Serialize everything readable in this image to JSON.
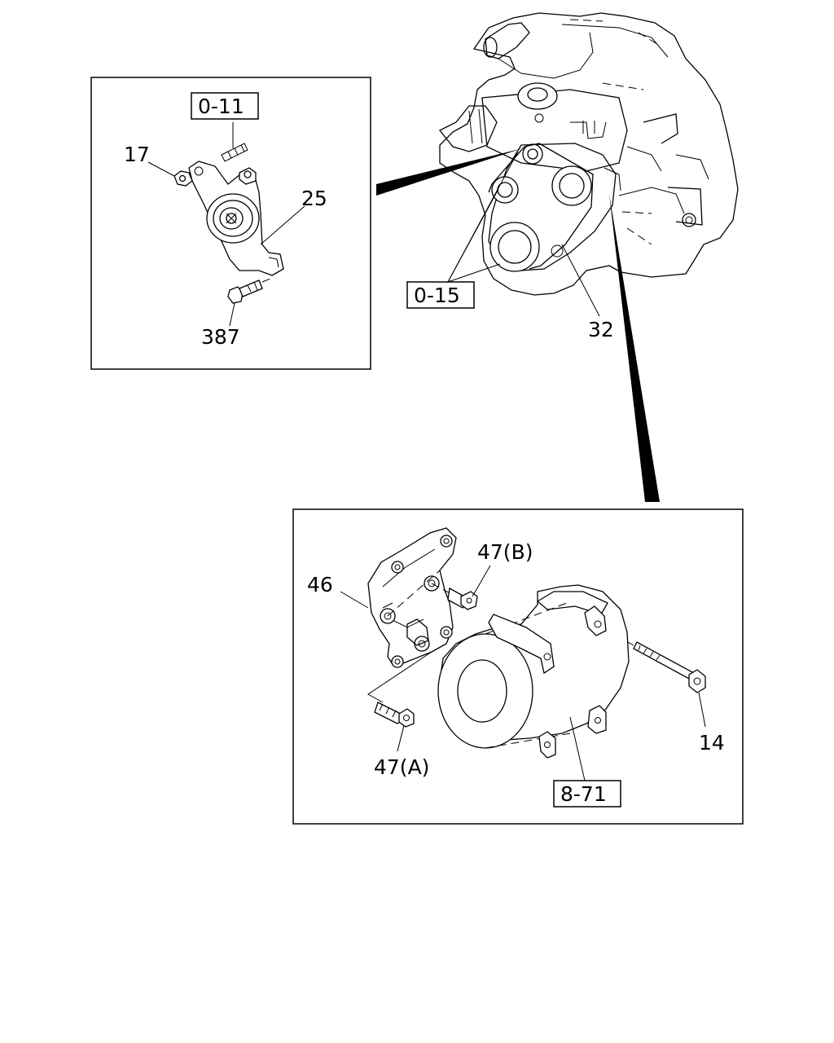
{
  "labels": {
    "p17": "17",
    "p25": "25",
    "p387": "387",
    "p32": "32",
    "p46": "46",
    "p47b": "47(B)",
    "p47a": "47(A)",
    "p14": "14"
  },
  "references": {
    "r011": "0-11",
    "r015": "0-15",
    "r871": "8-71"
  }
}
